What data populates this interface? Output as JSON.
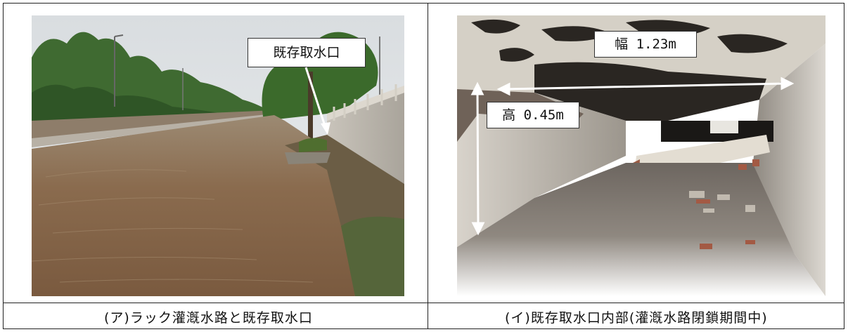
{
  "panels": [
    {
      "caption": "(ア)ラック灌漑水路と既存取水口",
      "callout": "既存取水口",
      "photo": "canal-with-flood-water"
    },
    {
      "caption": "(イ)既存取水口内部(灌漑水路閉鎖期間中)",
      "width_label": "幅 1.23m",
      "height_label": "高 0.45m",
      "photo": "box-culvert-interior"
    }
  ],
  "colors": {
    "border": "#222222",
    "water": "#8a6a4c",
    "sky": "#e3e7ea",
    "foliage": "#3d6a2c",
    "concrete": "#bdb7ae"
  }
}
